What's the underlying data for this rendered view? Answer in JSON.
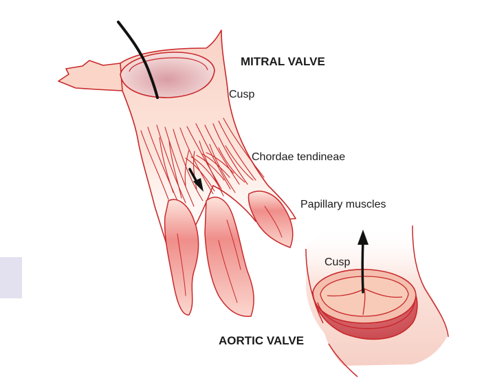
{
  "labels": {
    "mitral_valve": "MITRAL VALVE",
    "mitral_cusp": "Cusp",
    "chordae_tendineae": "Chordae tendineae",
    "papillary_muscles": "Papillary muscles",
    "aortic_cusp": "Cusp",
    "aortic_valve": "AORTIC VALVE"
  },
  "colors": {
    "outline": "#c8282a",
    "tissue_light": "#fbe0d6",
    "tissue_mid": "#f3b4a6",
    "muscle": "#ec8a86",
    "valve_fill": "#f6c6b4",
    "arrow": "#111111",
    "side_tab": "#e3e1ef"
  },
  "icons": {
    "flow_arrow": "arrow-icon"
  }
}
